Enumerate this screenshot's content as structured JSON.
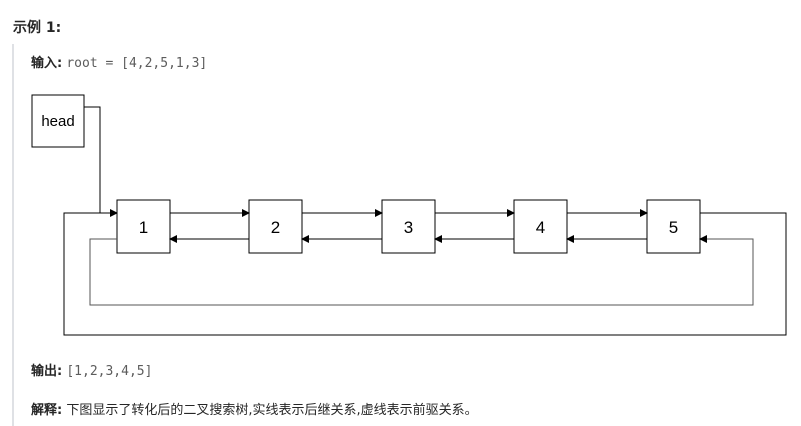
{
  "example": {
    "title": "示例 1:"
  },
  "input": {
    "label": "输入:",
    "value": "root = [4,2,5,1,3]"
  },
  "diagram": {
    "head_label": "head",
    "nodes": [
      "1",
      "2",
      "3",
      "4",
      "5"
    ]
  },
  "output": {
    "label": "输出:",
    "value": "[1,2,3,4,5]"
  },
  "explanation": {
    "label": "解释:",
    "text": "下图显示了转化后的二叉搜索树,实线表示后继关系,虚线表示前驱关系。"
  }
}
